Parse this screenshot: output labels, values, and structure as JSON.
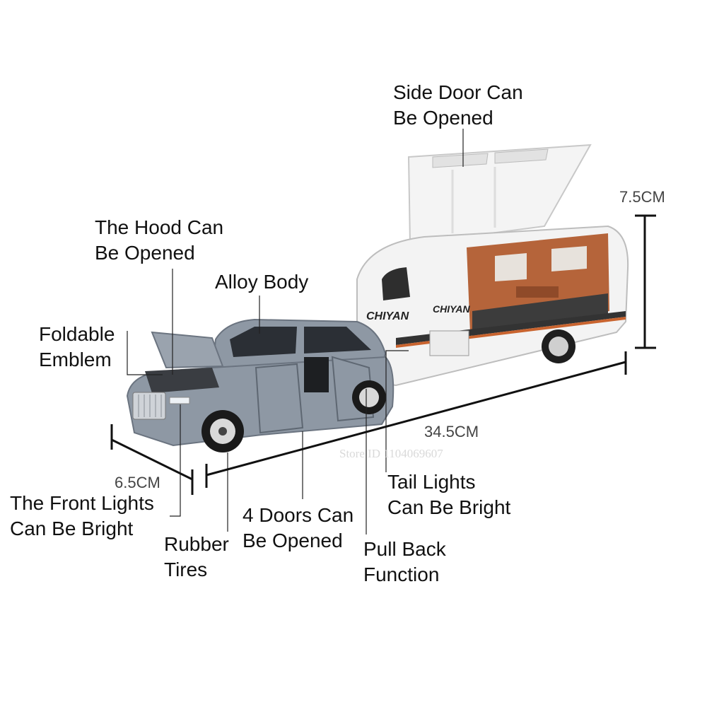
{
  "labels": {
    "side_door": [
      "Side Door Can",
      "Be Opened"
    ],
    "hood": [
      "The Hood Can",
      "Be Opened"
    ],
    "alloy_body": "Alloy Body",
    "foldable_emblem": [
      "Foldable",
      "Emblem"
    ],
    "front_lights": [
      "The Front Lights",
      "Can Be Bright"
    ],
    "rubber_tires": [
      "Rubber",
      "Tires"
    ],
    "four_doors": [
      "4 Doors Can",
      "Be Opened"
    ],
    "pull_back": [
      "Pull Back",
      "Function"
    ],
    "tail_lights": [
      "Tail Lights",
      "Can Be Bright"
    ]
  },
  "dimensions": {
    "height": "7.5CM",
    "length": "34.5CM",
    "width": "6.5CM"
  },
  "watermark": "Store ID 1104069607",
  "trailer_brand": "CHIYAN",
  "colors": {
    "car_body": "#8e98a4",
    "trailer_body": "#f2f2f2",
    "interior": "#b5643a",
    "text": "#111111"
  }
}
